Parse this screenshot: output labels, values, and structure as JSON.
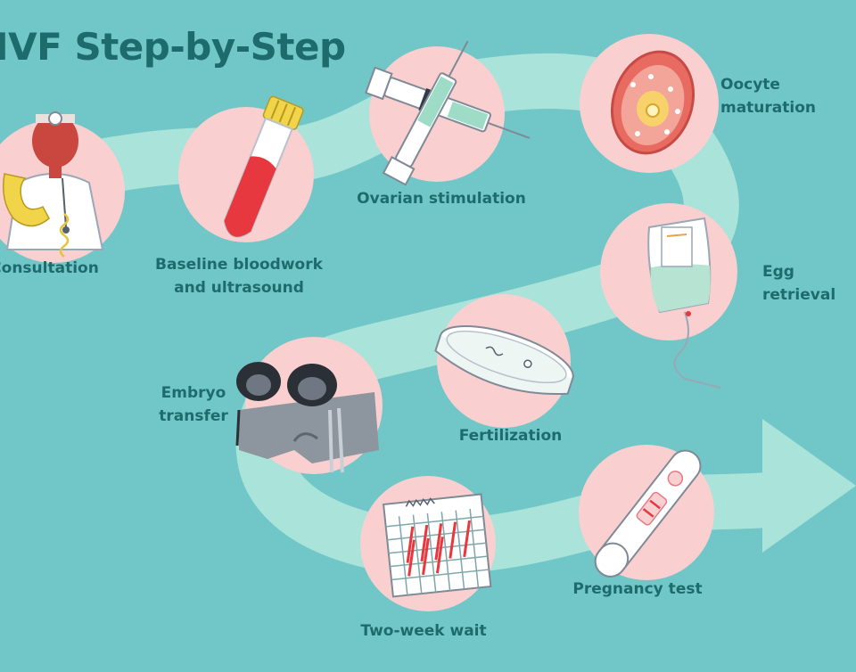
{
  "title": "IVF Step-by-Step",
  "steps": [
    {
      "id": "consultation",
      "label": "Consultation",
      "icon": "doctor-with-phone-icon"
    },
    {
      "id": "baseline",
      "label": "Baseline bloodwork\nand ultrasound",
      "icon": "blood-test-tube-icon"
    },
    {
      "id": "stimulation",
      "label": "Ovarian stimulation",
      "icon": "syringes-icon"
    },
    {
      "id": "maturation",
      "label": "Oocyte\nmaturation",
      "icon": "oocyte-icon"
    },
    {
      "id": "retrieval",
      "label": "Egg\nretrieval",
      "icon": "collection-bag-icon"
    },
    {
      "id": "fertilization",
      "label": "Fertilization",
      "icon": "petri-dish-icon"
    },
    {
      "id": "transfer",
      "label": "Embryo\ntransfer",
      "icon": "exam-table-stirrups-icon"
    },
    {
      "id": "wait",
      "label": "Two-week wait",
      "icon": "calendar-icon"
    },
    {
      "id": "pregnancy",
      "label": "Pregnancy test",
      "icon": "pregnancy-test-icon"
    }
  ],
  "colors": {
    "background": "#71c7c8",
    "path": "#a9e3d9",
    "circle": "#f9cfd0",
    "text": "#1e6b6e",
    "accent_red": "#e8383f"
  }
}
